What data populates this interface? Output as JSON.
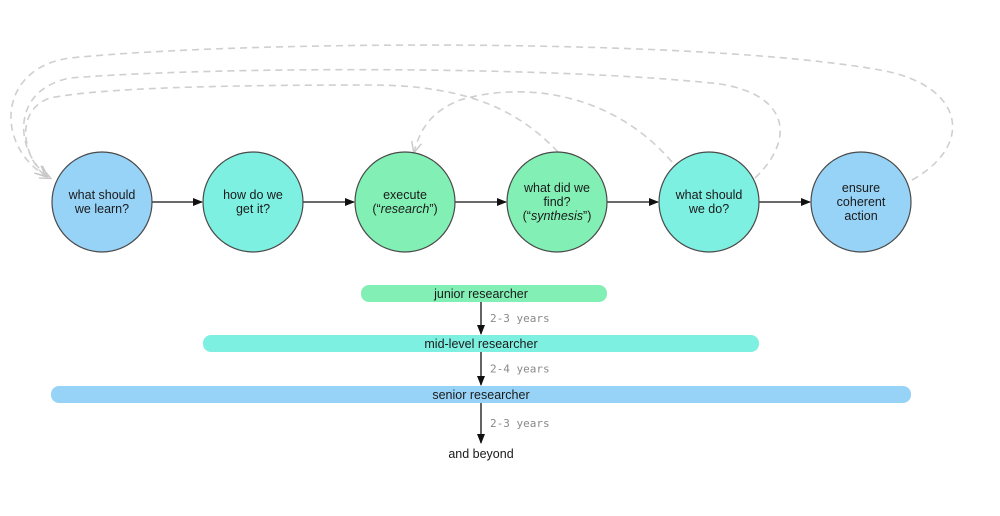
{
  "stages": [
    {
      "lines": [
        {
          "parts": [
            {
              "t": "what should"
            }
          ]
        },
        {
          "parts": [
            {
              "t": "we learn?"
            }
          ]
        }
      ],
      "color": "#97d3f7"
    },
    {
      "lines": [
        {
          "parts": [
            {
              "t": "how do we"
            }
          ]
        },
        {
          "parts": [
            {
              "t": "get it?"
            }
          ]
        }
      ],
      "color": "#7ef0e2"
    },
    {
      "lines": [
        {
          "parts": [
            {
              "t": "execute"
            }
          ]
        },
        {
          "parts": [
            {
              "t": "(“"
            },
            {
              "t": "research",
              "i": true
            },
            {
              "t": "”)"
            }
          ]
        }
      ],
      "color": "#82f0b4"
    },
    {
      "lines": [
        {
          "parts": [
            {
              "t": "what did we"
            }
          ]
        },
        {
          "parts": [
            {
              "t": "find?"
            }
          ]
        },
        {
          "parts": [
            {
              "t": "(“"
            },
            {
              "t": "synthesis",
              "i": true
            },
            {
              "t": "”)"
            }
          ]
        }
      ],
      "color": "#82f0b4"
    },
    {
      "lines": [
        {
          "parts": [
            {
              "t": "what should"
            }
          ]
        },
        {
          "parts": [
            {
              "t": "we do?"
            }
          ]
        }
      ],
      "color": "#7ef0e2"
    },
    {
      "lines": [
        {
          "parts": [
            {
              "t": "ensure"
            }
          ]
        },
        {
          "parts": [
            {
              "t": "coherent"
            }
          ]
        },
        {
          "parts": [
            {
              "t": "action"
            }
          ]
        }
      ],
      "color": "#97d3f7"
    }
  ],
  "career": {
    "levels": [
      {
        "label": "junior researcher",
        "color": "#82f0b4"
      },
      {
        "label": "mid-level researcher",
        "color": "#7ef0e2"
      },
      {
        "label": "senior researcher",
        "color": "#97d3f7"
      }
    ],
    "durations": [
      "2-3 years",
      "2-4 years",
      "2-3 years"
    ],
    "end_label": "and beyond"
  },
  "colors": {
    "stroke": "#4a4a4a",
    "arrow": "#111111",
    "feedback": "#cfcfcf"
  }
}
